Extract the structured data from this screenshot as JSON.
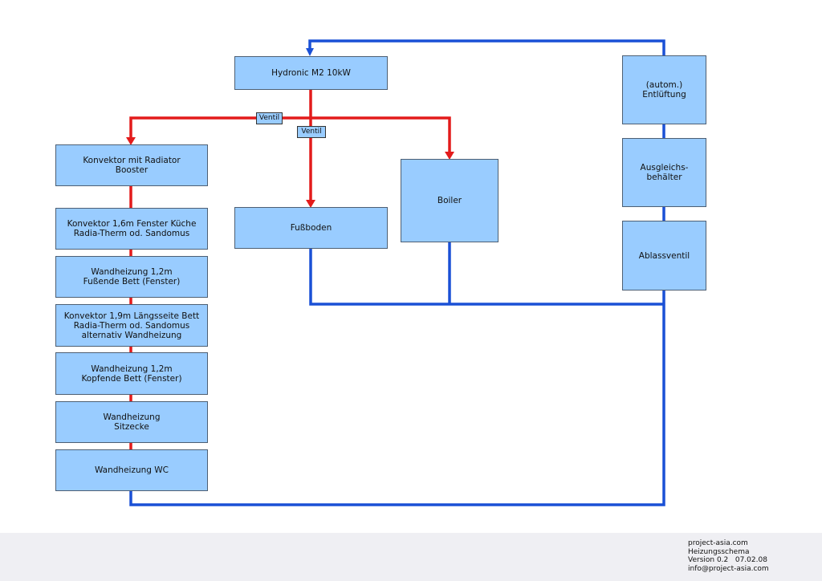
{
  "colors": {
    "box_fill": "#99ccff",
    "supply_line": "#e31b1b",
    "return_line": "#1a50d6",
    "footer_bg": "#efeff3"
  },
  "boxes": {
    "hydronic": "Hydronic M2 10kW",
    "entlueftung": "(autom.)\nEntlüftung",
    "ausgleich": "Ausgleichs-\nbehälter",
    "ablass": "Ablassventil",
    "boiler": "Boiler",
    "fussboden": "Fußboden",
    "konvektor_booster": "Konvektor mit Radiator\nBooster",
    "konvektor_kueche": "Konvektor 1,6m Fenster Küche\nRadia-Therm od. Sandomus",
    "wand_fussende": "Wandheizung 1,2m\nFußende Bett (Fenster)",
    "konvektor_laengsseite": "Konvektor 1,9m Längsseite Bett\nRadia-Therm od. Sandomus\nalternativ Wandheizung",
    "wand_kopfende": "Wandheizung 1,2m\nKopfende Bett (Fenster)",
    "wand_sitzecke": "Wandheizung\nSitzecke",
    "wand_wc": "Wandheizung WC"
  },
  "valves": {
    "left": "Ventil",
    "center": "Ventil"
  },
  "footer": {
    "line1": "project-asia.com",
    "line2": "Heizungsschema",
    "line3": "Version 0.2   07.02.08",
    "line4": "info@project-asia.com"
  }
}
